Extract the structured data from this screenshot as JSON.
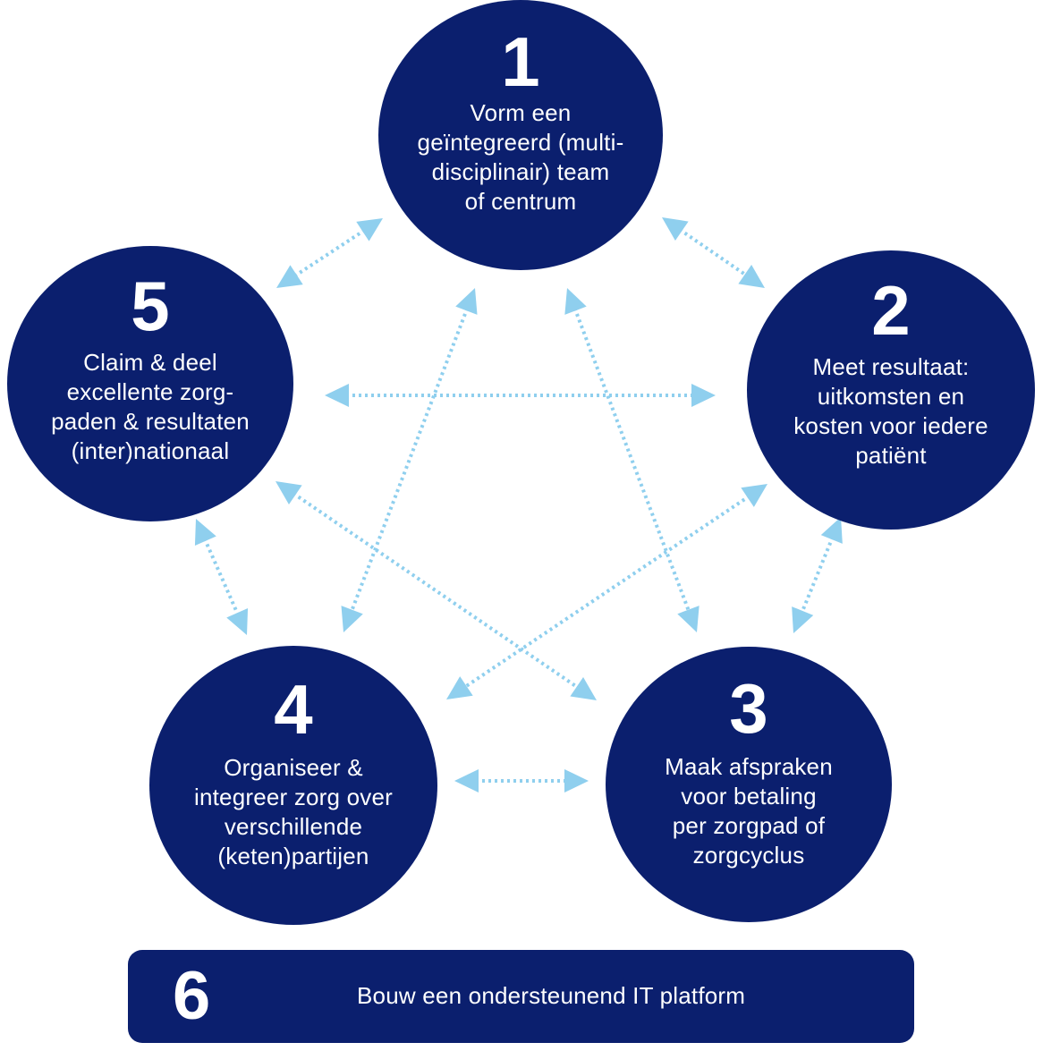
{
  "steps": [
    {
      "id": "1",
      "number": "1",
      "text": "Vorm een\ngeïntegreerd (multi-\ndisciplinair) team\nof centrum"
    },
    {
      "id": "2",
      "number": "2",
      "text": "Meet resultaat:\nuitkomsten en\nkosten voor iedere\npatiënt"
    },
    {
      "id": "3",
      "number": "3",
      "text": "Maak afspraken\nvoor betaling\nper zorgpad of\nzorgcyclus"
    },
    {
      "id": "4",
      "number": "4",
      "text": "Organiseer &\nintegreer zorg over\nverschillende\n(keten)partijen"
    },
    {
      "id": "5",
      "number": "5",
      "text": "Claim & deel\nexcellente zorg-\npaden & resultaten\n(inter)nationaal"
    }
  ],
  "banner": {
    "number": "6",
    "text": "Bouw een ondersteunend IT platform"
  },
  "connections": [
    {
      "from": "1",
      "to": "2"
    },
    {
      "from": "1",
      "to": "5"
    },
    {
      "from": "1",
      "to": "3"
    },
    {
      "from": "1",
      "to": "4"
    },
    {
      "from": "2",
      "to": "5"
    },
    {
      "from": "2",
      "to": "3"
    },
    {
      "from": "2",
      "to": "4"
    },
    {
      "from": "3",
      "to": "4"
    },
    {
      "from": "3",
      "to": "5"
    },
    {
      "from": "4",
      "to": "5"
    }
  ],
  "colors": {
    "node_fill": "#0b1f6e",
    "node_text": "#ffffff",
    "connector": "#8fcfee",
    "background": "#ffffff"
  }
}
